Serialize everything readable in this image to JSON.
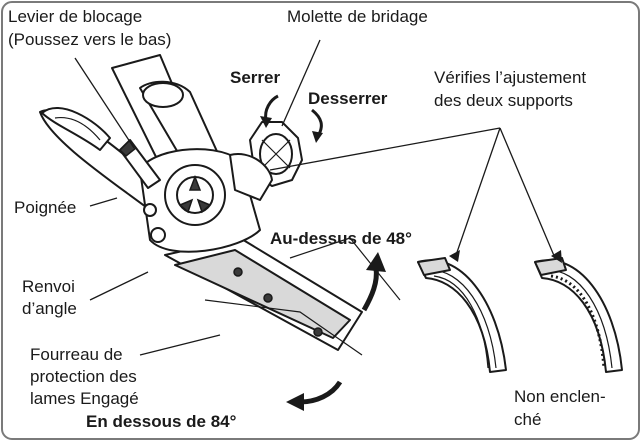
{
  "labels": {
    "lever_line1": "Levier de blocage",
    "lever_line2": "(Poussez vers le bas)",
    "knob": "Molette de bridage",
    "tighten": "Serrer",
    "loosen": "Desserrer",
    "check_line1": "Vérifies l’ajustement",
    "check_line2": "des deux supports",
    "handle": "Poignée",
    "gear_line1": "Renvoi",
    "gear_line2": "d’angle",
    "above": "Au-dessus de 48°",
    "sheath_line1": "Fourreau de",
    "sheath_line2": "protection des",
    "sheath_line3": "lames Engagé",
    "below": "En dessous de  84°",
    "not_engaged_line1": "Non enclen-",
    "not_engaged_line2": "ché"
  },
  "colors": {
    "ink": "#1a1a1a",
    "frame": "#7a7a7a",
    "background": "#ffffff"
  }
}
